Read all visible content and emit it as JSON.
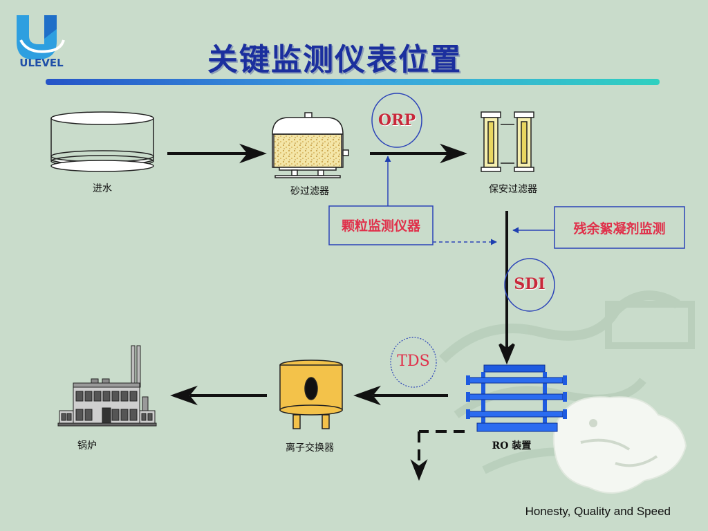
{
  "header": {
    "title": "关键监测仪表位置",
    "brand": "ULEVEL"
  },
  "stages": {
    "inlet": "进水",
    "sand_filter": "砂过滤器",
    "security_filter": "保安过滤器",
    "ro_unit": "RO  装置",
    "ion_exchanger": "离子交换器",
    "boiler": "锅炉"
  },
  "instruments": {
    "orp": "ORP",
    "particle_monitor": "颗粒监测仪器",
    "residual_flocculant": "残余絮凝剂监测",
    "sdi": "SDI",
    "tds": "TDS"
  },
  "footer": {
    "slogan": "Honesty, Quality and Speed"
  },
  "colors": {
    "title": "#1b2f9e",
    "instrument_text": "#e0304a",
    "instrument_border": "#2b43b8",
    "ro_blue": "#1e5be0",
    "ion_exchanger_yellow": "#f3c24a"
  }
}
